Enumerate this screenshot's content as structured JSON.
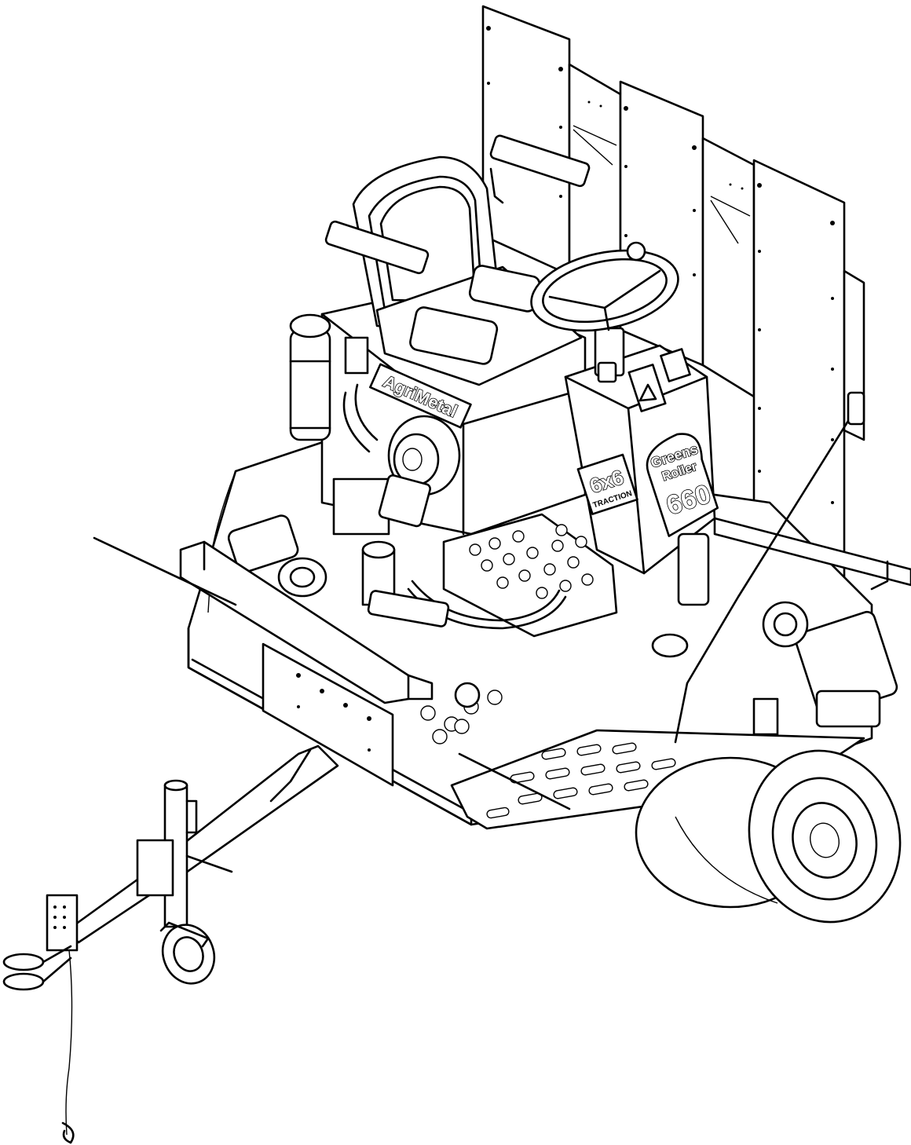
{
  "labels": {
    "brand": "AgriMetal",
    "traction": "6x6",
    "traction_sub": "TRACTION",
    "model_line1": "Greens",
    "model_line2": "Roller",
    "model_number": "660"
  }
}
